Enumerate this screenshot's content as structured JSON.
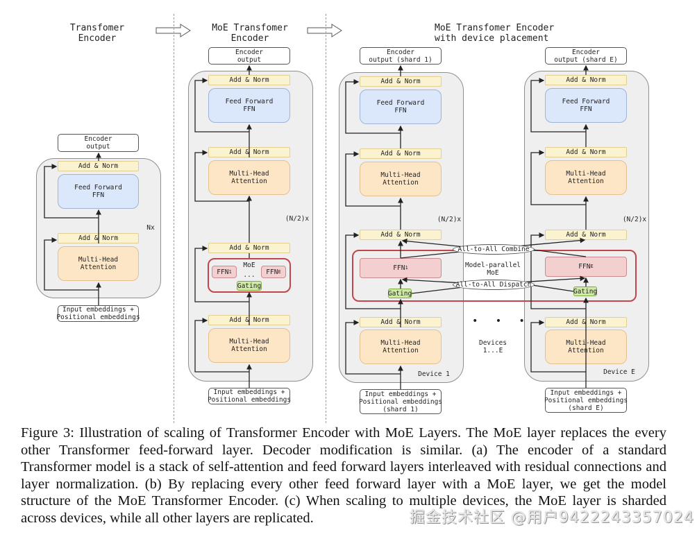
{
  "titles": {
    "transformer": "Transfomer\nEncoder",
    "moe": "MoE Transfomer\nEncoder",
    "moe_device": "MoE Transfomer Encoder\nwith device placement"
  },
  "labels": {
    "encoder_output": "Encoder\noutput",
    "encoder_output_shard1": "Encoder\noutput (shard 1)",
    "encoder_output_shardE": "Encoder\noutput (shard E)",
    "add_norm": "Add & Norm",
    "feed_forward": "Feed Forward\nFFN",
    "multi_head": "Multi-Head\nAttention",
    "input_embeddings": "Input embeddings +\nPositional embeddings",
    "input_embeddings_shard1": "Input embeddings +\nPositional embeddings\n(shard 1)",
    "input_embeddings_shardE": "Input embeddings +\nPositional embeddings\n(shard E)",
    "nx": "Nx",
    "n_half": "(N/2)x",
    "moe": "MoE",
    "ffn": "FFN",
    "sub_1": "1",
    "sub_E": "E",
    "ellipsis": "...",
    "gating": "Gating",
    "model_parallel_moe": "Model-parallel\nMoE",
    "all_to_all_combine": "All-to-All Combine",
    "all_to_all_dispatch": "All-to-All Dispatch",
    "device_1": "Device 1",
    "device_E": "Device E",
    "devices_range": "Devices\n1...E",
    "device_dots": "•   •   •"
  },
  "colors": {
    "add_norm": "#fbf2cf",
    "ffn": "#dbe7fa",
    "mha": "#fde6c6",
    "moe_border": "#c2454a",
    "expert": "#f4cfd0",
    "gating": "#cfe9a6",
    "panel": "#efefef"
  },
  "caption": "Figure 3: Illustration of scaling of Transformer Encoder with MoE Layers. The MoE layer replaces the every other Transformer feed-forward layer. Decoder modification is similar. (a) The encoder of a standard Transformer model is a stack of self-attention and feed forward layers interleaved with residual connections and layer normalization. (b) By replacing every other feed forward layer with a MoE layer, we get the model structure of the MoE Transformer Encoder. (c) When scaling to multiple devices, the MoE layer is sharded across devices, while all other layers are replicated.",
  "watermark": "掘金技术社区 @用户9422243357024"
}
